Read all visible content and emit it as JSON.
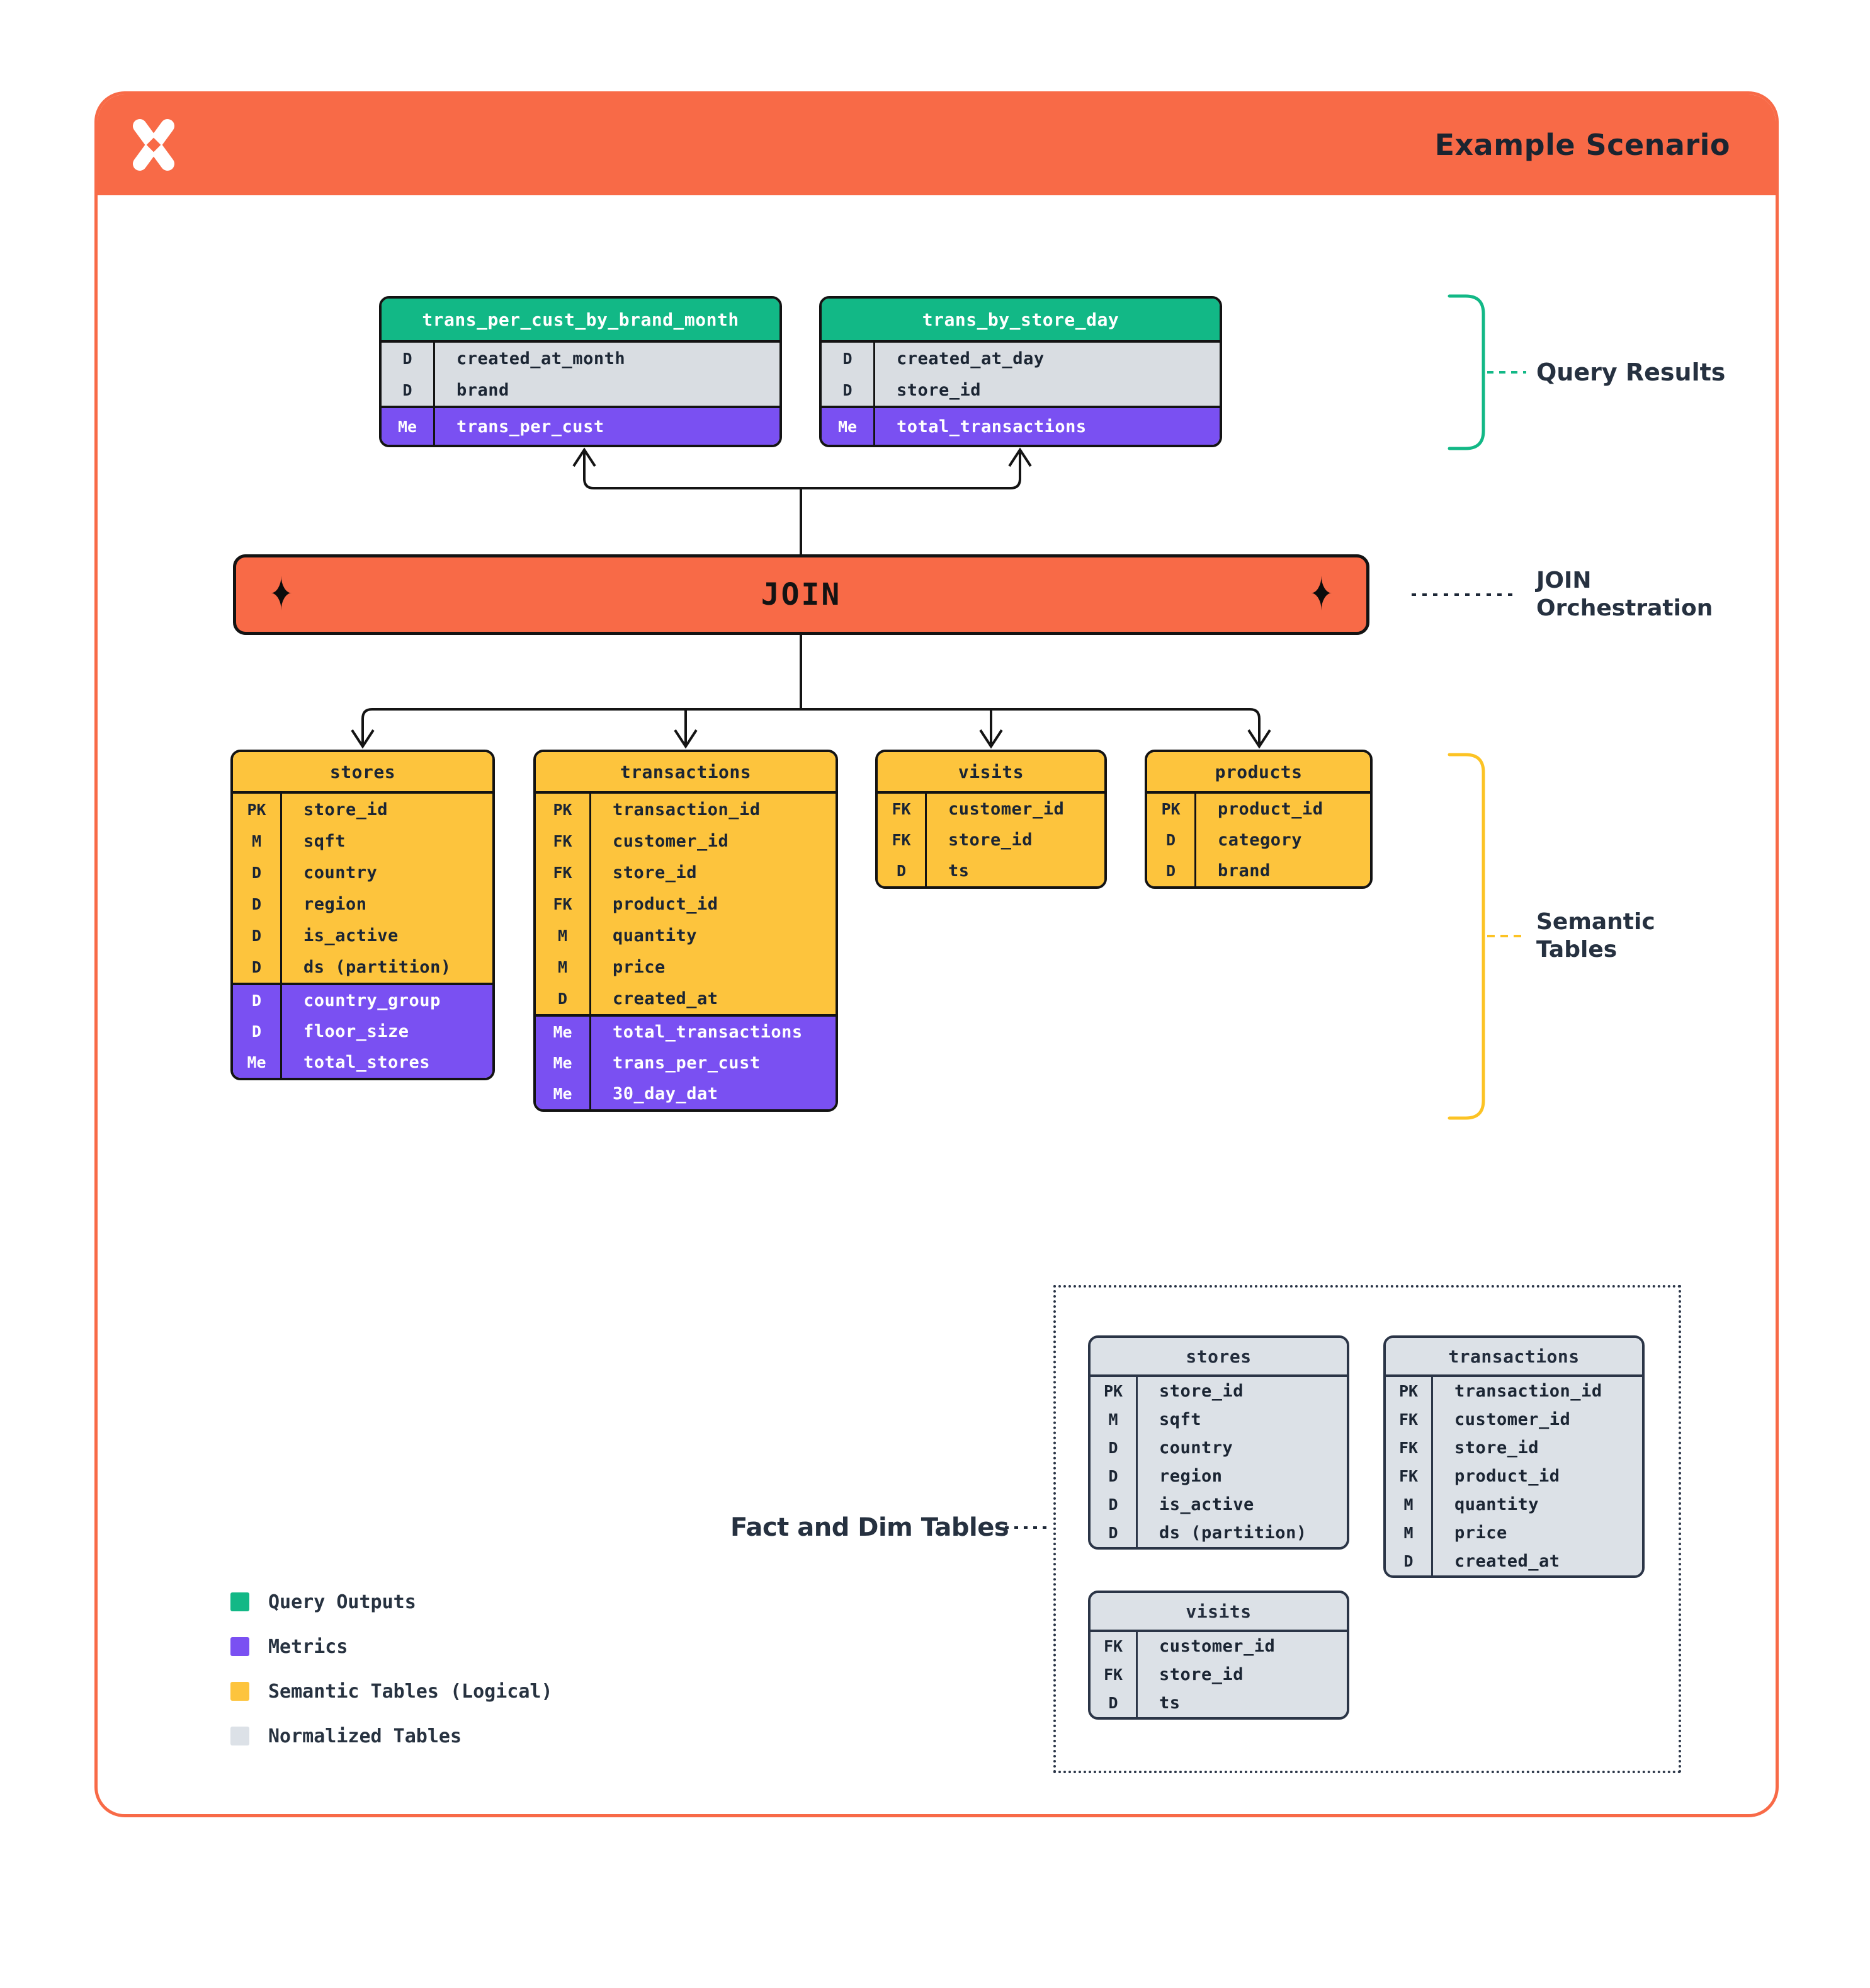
{
  "header": {
    "title": "Example Scenario",
    "logo": "x-star-logo"
  },
  "join_bar": {
    "label": "JOIN",
    "left_icon": "four-point-star",
    "right_icon": "four-point-star"
  },
  "annotations": {
    "query_results": "Query Results",
    "join_orchestration_line1": "JOIN",
    "join_orchestration_line2": "Orchestration",
    "semantic_tables_line1": "Semantic",
    "semantic_tables_line2": "Tables",
    "fact_and_dim": "Fact and Dim Tables"
  },
  "legend": {
    "items": [
      {
        "label": "Query Outputs",
        "color": "#12b886"
      },
      {
        "label": "Metrics",
        "color": "#7a50f2"
      },
      {
        "label": "Semantic Tables (Logical)",
        "color": "#fdc43d"
      },
      {
        "label": "Normalized Tables",
        "color": "#dce1e7"
      }
    ]
  },
  "colors": {
    "orange": "#f86a47",
    "green": "#12b886",
    "purple": "#7a50f2",
    "yellow": "#fdc43d",
    "gray": "#d9dde2",
    "normalized": "#dce1e7",
    "ink": "#131313",
    "navy": "#223042"
  },
  "query_result_tables": [
    {
      "name": "trans_per_cust_by_brand_month",
      "header_color": "green",
      "header_text": "light",
      "sections": [
        {
          "color": "gray",
          "text": "dark",
          "rows": [
            [
              "D",
              "created_at_month"
            ],
            [
              "D",
              "brand"
            ]
          ]
        },
        {
          "color": "purple",
          "text": "light",
          "rows": [
            [
              "Me",
              "trans_per_cust"
            ]
          ]
        }
      ]
    },
    {
      "name": "trans_by_store_day",
      "header_color": "green",
      "header_text": "light",
      "sections": [
        {
          "color": "gray",
          "text": "dark",
          "rows": [
            [
              "D",
              "created_at_day"
            ],
            [
              "D",
              "store_id"
            ]
          ]
        },
        {
          "color": "purple",
          "text": "light",
          "rows": [
            [
              "Me",
              "total_transactions"
            ]
          ]
        }
      ]
    }
  ],
  "semantic_tables": [
    {
      "name": "stores",
      "header_color": "yellow",
      "header_text": "dark",
      "sections": [
        {
          "color": "yellow",
          "text": "dark",
          "rows": [
            [
              "PK",
              "store_id"
            ],
            [
              "M",
              "sqft"
            ],
            [
              "D",
              "country"
            ],
            [
              "D",
              "region"
            ],
            [
              "D",
              "is_active"
            ],
            [
              "D",
              "ds (partition)"
            ]
          ]
        },
        {
          "color": "purple",
          "text": "light",
          "rows": [
            [
              "D",
              "country_group"
            ],
            [
              "D",
              "floor_size"
            ],
            [
              "Me",
              "total_stores"
            ]
          ]
        }
      ]
    },
    {
      "name": "transactions",
      "header_color": "yellow",
      "header_text": "dark",
      "sections": [
        {
          "color": "yellow",
          "text": "dark",
          "rows": [
            [
              "PK",
              "transaction_id"
            ],
            [
              "FK",
              "customer_id"
            ],
            [
              "FK",
              "store_id"
            ],
            [
              "FK",
              "product_id"
            ],
            [
              "M",
              "quantity"
            ],
            [
              "M",
              "price"
            ],
            [
              "D",
              "created_at"
            ]
          ]
        },
        {
          "color": "purple",
          "text": "light",
          "rows": [
            [
              "Me",
              "total_transactions"
            ],
            [
              "Me",
              "trans_per_cust"
            ],
            [
              "Me",
              "30_day_dat"
            ]
          ]
        }
      ]
    },
    {
      "name": "visits",
      "header_color": "yellow",
      "header_text": "dark",
      "sections": [
        {
          "color": "yellow",
          "text": "dark",
          "rows": [
            [
              "FK",
              "customer_id"
            ],
            [
              "FK",
              "store_id"
            ],
            [
              "D",
              "ts"
            ]
          ]
        }
      ]
    },
    {
      "name": "products",
      "header_color": "yellow",
      "header_text": "dark",
      "sections": [
        {
          "color": "yellow",
          "text": "dark",
          "rows": [
            [
              "PK",
              "product_id"
            ],
            [
              "D",
              "category"
            ],
            [
              "D",
              "brand"
            ]
          ]
        }
      ]
    }
  ],
  "normalized_tables": [
    {
      "name": "stores",
      "header_color": "normalized",
      "header_text": "dark",
      "sections": [
        {
          "color": "normalized",
          "text": "dark",
          "rows": [
            [
              "PK",
              "store_id"
            ],
            [
              "M",
              "sqft"
            ],
            [
              "D",
              "country"
            ],
            [
              "D",
              "region"
            ],
            [
              "D",
              "is_active"
            ],
            [
              "D",
              "ds (partition)"
            ]
          ]
        }
      ]
    },
    {
      "name": "transactions",
      "header_color": "normalized",
      "header_text": "dark",
      "sections": [
        {
          "color": "normalized",
          "text": "dark",
          "rows": [
            [
              "PK",
              "transaction_id"
            ],
            [
              "FK",
              "customer_id"
            ],
            [
              "FK",
              "store_id"
            ],
            [
              "FK",
              "product_id"
            ],
            [
              "M",
              "quantity"
            ],
            [
              "M",
              "price"
            ],
            [
              "D",
              "created_at"
            ]
          ]
        }
      ]
    },
    {
      "name": "visits",
      "header_color": "normalized",
      "header_text": "dark",
      "sections": [
        {
          "color": "normalized",
          "text": "dark",
          "rows": [
            [
              "FK",
              "customer_id"
            ],
            [
              "FK",
              "store_id"
            ],
            [
              "D",
              "ts"
            ]
          ]
        }
      ]
    }
  ]
}
